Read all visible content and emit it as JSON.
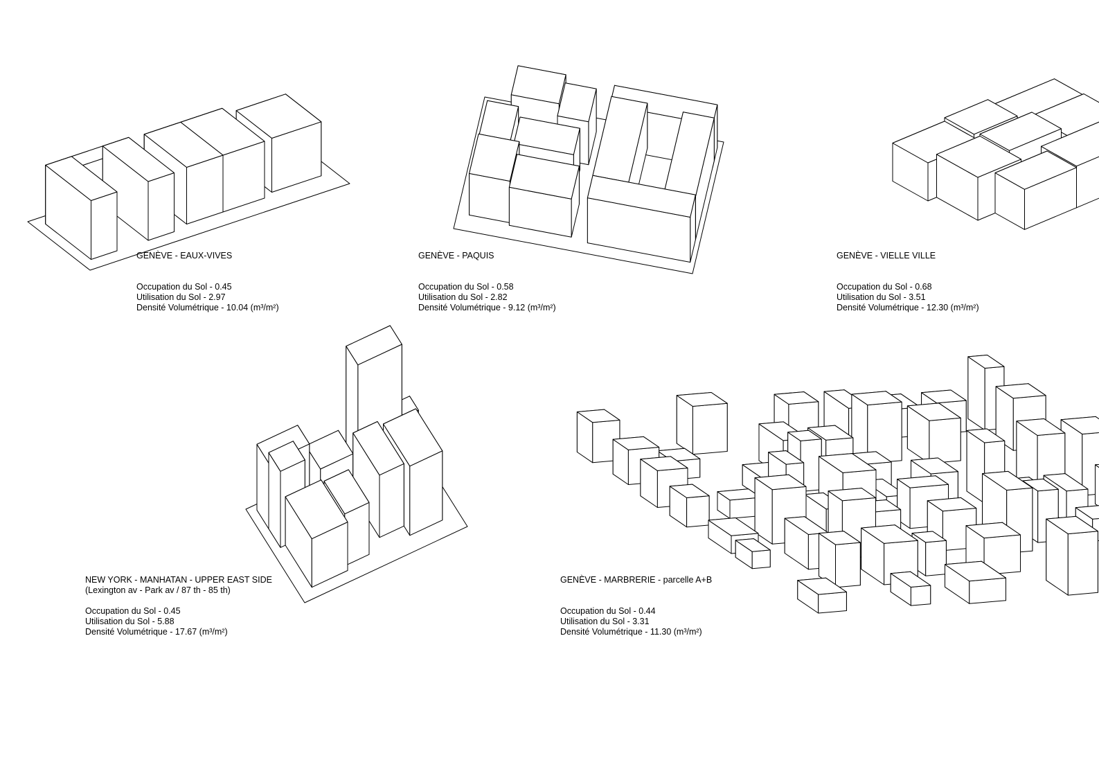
{
  "panels": [
    {
      "title": "GENÈVE - EAUX-VIVES",
      "occupation": "Occupation du Sol - 0.45",
      "utilisation": "Utilisation du Sol - 2.97",
      "densite": "Densité Volumétrique - 10.04 (m³/m²)"
    },
    {
      "title": "GENÈVE - PAQUIS",
      "occupation": "Occupation du Sol - 0.58",
      "utilisation": "Utilisation du Sol - 2.82",
      "densite": "Densité Volumétrique - 9.12 (m³/m²)"
    },
    {
      "title": "GENÈVE - VIELLE VILLE",
      "occupation": "Occupation du Sol - 0.68",
      "utilisation": "Utilisation du Sol - 3.51",
      "densite": "Densité Volumétrique - 12.30 (m³/m²)"
    },
    {
      "title": "NEW YORK - MANHATAN - UPPER EAST SIDE",
      "subtitle": "(Lexington av - Park av / 87 th - 85 th)",
      "occupation": "Occupation du Sol - 0.45",
      "utilisation": "Utilisation du Sol - 5.88",
      "densite": "Densité Volumétrique - 17.67 (m³/m²)"
    },
    {
      "title": "GENÈVE - MARBRERIE - parcelle A+B",
      "occupation": "Occupation du Sol - 0.44",
      "utilisation": "Utilisation du Sol - 3.31",
      "densite": "Densité Volumétrique - 11.30 (m³/m²)"
    }
  ]
}
